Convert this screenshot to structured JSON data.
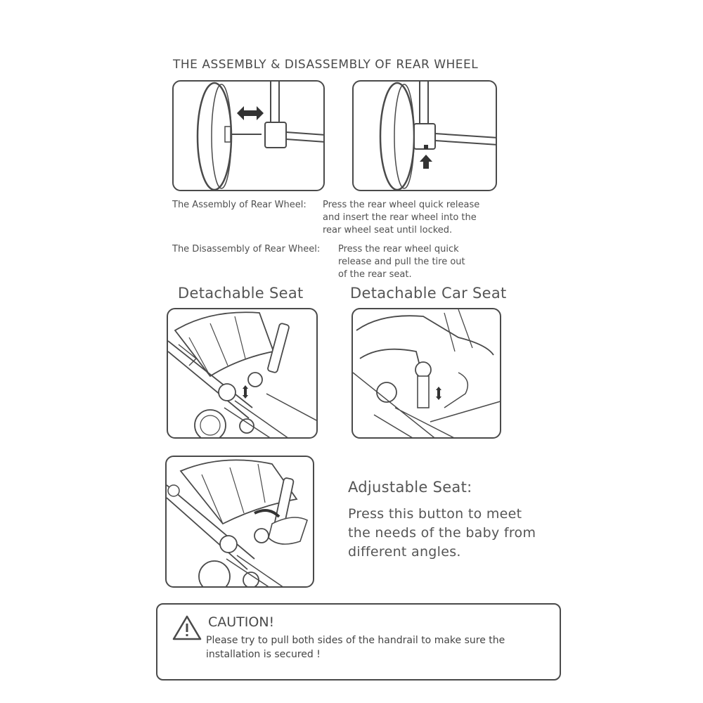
{
  "rear_wheel": {
    "heading": "THE ASSEMBLY & DISASSEMBLY OF REAR WHEEL",
    "assembly_label": "The Assembly of Rear Wheel:",
    "assembly_lines": [
      "Press the rear wheel quick release",
      "and insert the rear wheel into the",
      "rear wheel seat until locked."
    ],
    "disassembly_label": "The Disassembly of Rear Wheel:",
    "disassembly_lines": [
      "Press the rear wheel quick",
      "release and pull the tire out",
      "of the rear seat."
    ]
  },
  "detachable_seat": {
    "heading": "Detachable Seat"
  },
  "detachable_car_seat": {
    "heading": "Detachable Car Seat"
  },
  "adjustable_seat": {
    "heading": "Adjustable Seat:",
    "lines": [
      "Press this button to meet",
      "the needs of the baby from",
      "different angles."
    ]
  },
  "caution": {
    "heading": "CAUTION!",
    "lines": [
      "Please try to pull both sides of the handrail to make sure the",
      "installation is secured !"
    ],
    "icon": "warning-triangle-icon"
  },
  "colors": {
    "line": "#4a4a4a",
    "text": "#555555"
  }
}
